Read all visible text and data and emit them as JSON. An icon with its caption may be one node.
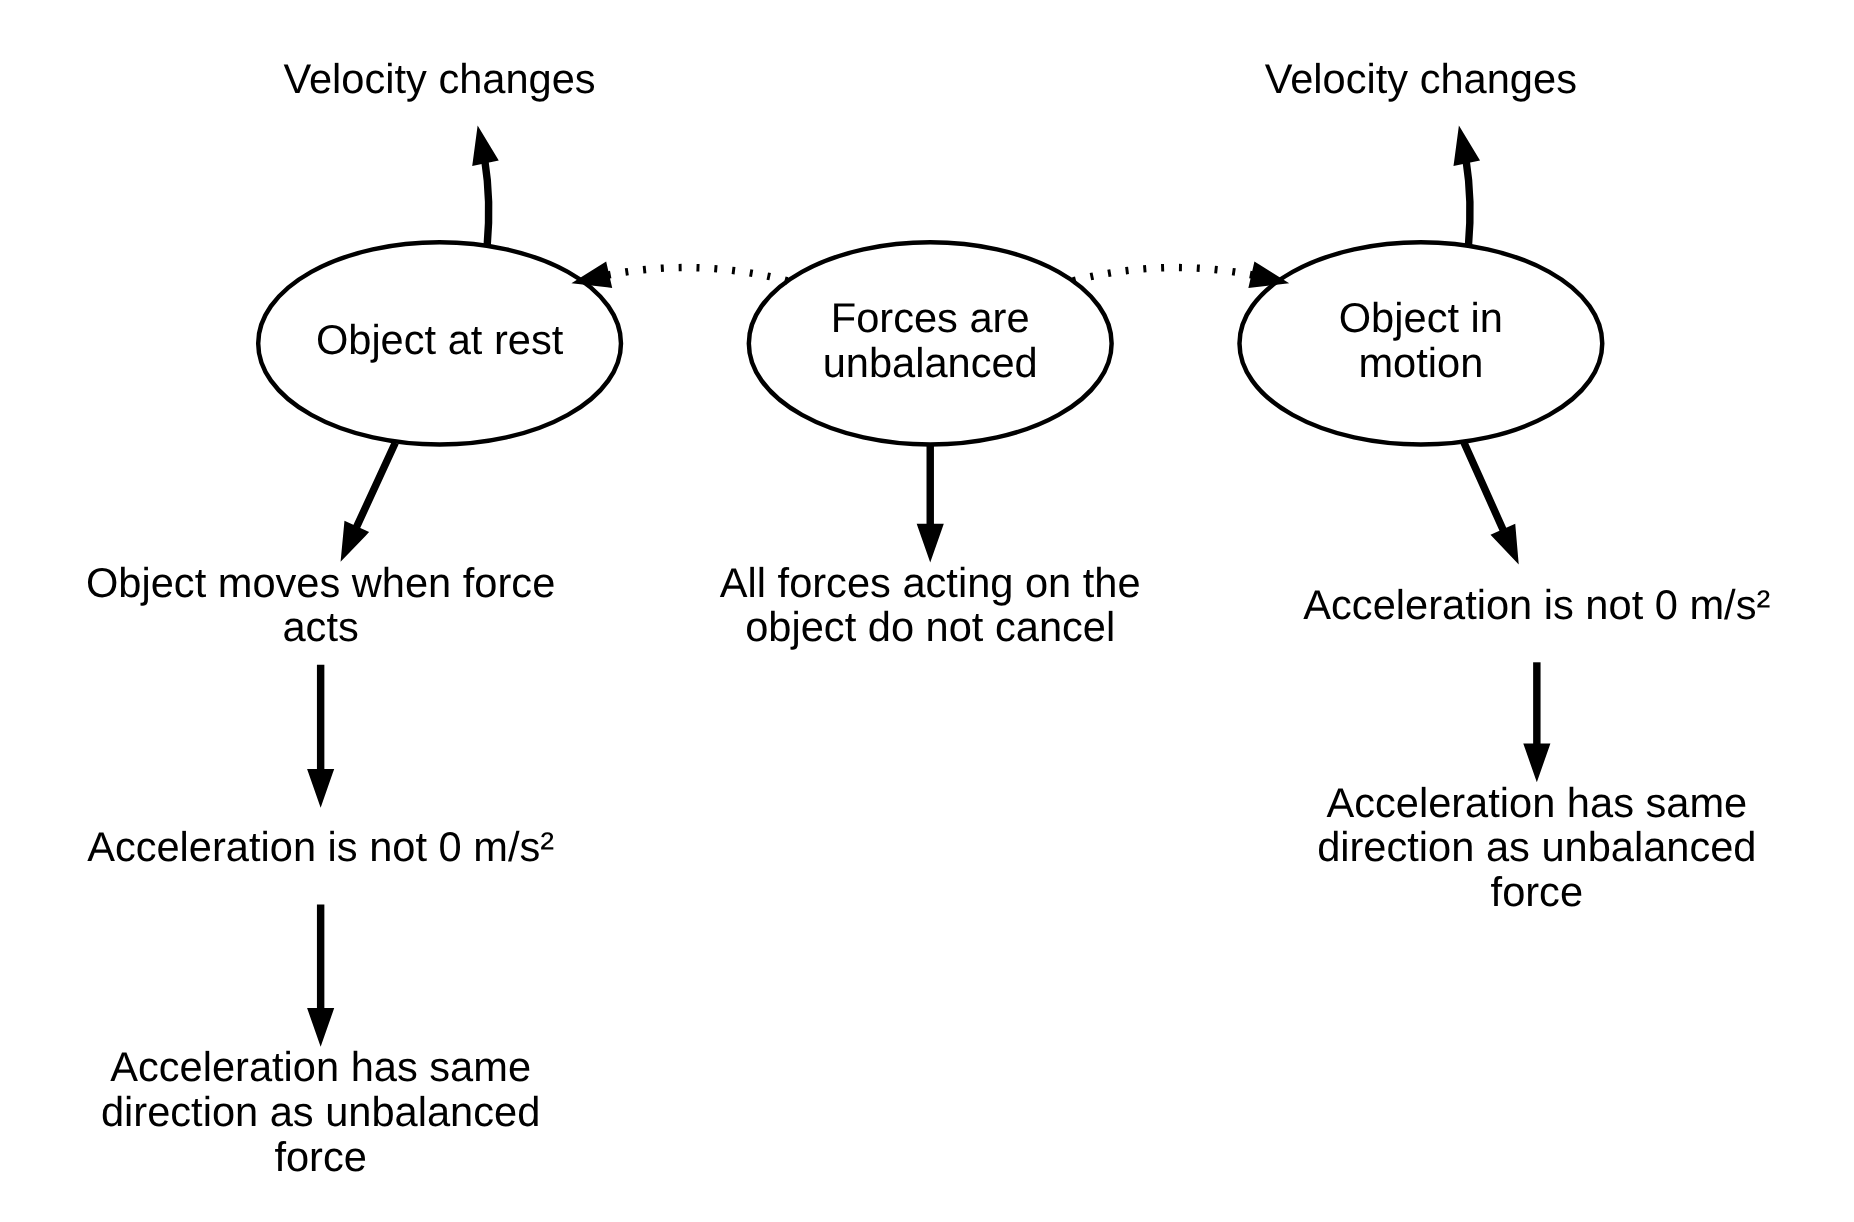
{
  "diagram": {
    "nodes": [
      {
        "text": [
          "Velocity changes"
        ]
      },
      {
        "text": [
          "Object at rest"
        ]
      },
      {
        "text": [
          "Forces are unbalanced"
        ]
      },
      {
        "text": [
          "Velocity changes"
        ]
      },
      {
        "text": [
          "Object in motion"
        ]
      },
      {
        "text": [
          "Object moves when force acts"
        ]
      },
      {
        "text": [
          "All forces acting on the object do not cancel"
        ]
      },
      {
        "text": [
          "Acceleration is not 0 m/s²"
        ]
      },
      {
        "text": [
          "Acceleration is not 0 m/s²"
        ]
      },
      {
        "text": [
          "Acceleration has same direction as unbalanced force"
        ]
      },
      {
        "text": [
          "Acceleration has same direction as unbalanced force"
        ]
      }
    ],
    "edges": [
      {
        "from": 1,
        "to": 0,
        "arrow": "to"
      },
      {
        "from": 2,
        "to": 1,
        "arrow": "to",
        "style": "dashed"
      },
      {
        "from": 2,
        "to": 4,
        "arrow": "to",
        "style": "dashed"
      },
      {
        "from": 4,
        "to": 3,
        "arrow": "to"
      },
      {
        "from": 1,
        "to": 5,
        "arrow": "to"
      },
      {
        "from": 5,
        "to": 7,
        "arrow": "to"
      },
      {
        "from": 7,
        "to": 9,
        "arrow": "to"
      },
      {
        "from": 2,
        "to": 6,
        "arrow": "to"
      },
      {
        "from": 4,
        "to": 8,
        "arrow": "to"
      },
      {
        "from": 8,
        "to": 10,
        "arrow": "to"
      }
    ]
  }
}
